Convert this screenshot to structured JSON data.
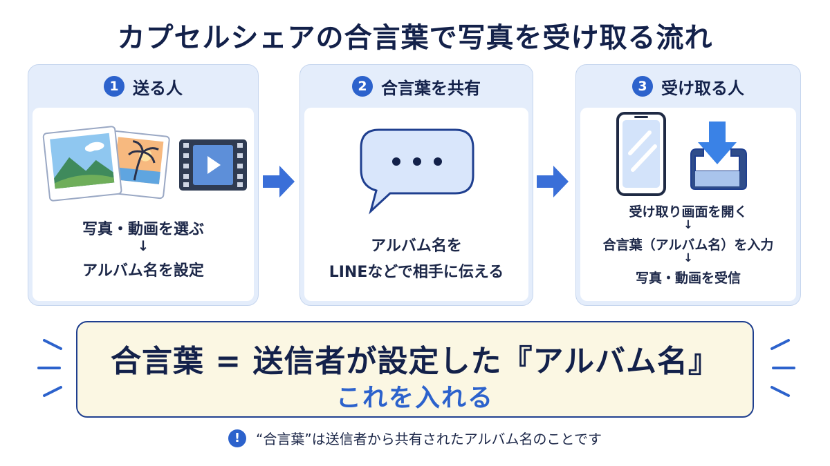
{
  "title": "カプセルシェアの合言葉で写真を受け取る流れ",
  "steps": [
    {
      "number": "1",
      "label": "送る人",
      "lines": [
        "写真・動画を選ぶ",
        "↓",
        "アルバム名を設定"
      ]
    },
    {
      "number": "2",
      "label": "合言葉を共有",
      "lines": [
        "アルバム名を",
        "LINEなどで相手に伝える"
      ]
    },
    {
      "number": "3",
      "label": "受け取る人",
      "lines": [
        "受け取り画面を開く",
        "↓",
        "合言葉（アルバム名）を入力",
        "↓",
        "写真・動画を受信"
      ]
    }
  ],
  "banner": {
    "main": "合言葉 = 送信者が設定した『アルバム名』",
    "sub": "これを入れる"
  },
  "note": {
    "icon": "!",
    "text": "“合言葉”は送信者から共有されたアルバム名のことです"
  },
  "colors": {
    "accent": "#2c62cc",
    "navy": "#13214a",
    "card_bg": "#e4edfb",
    "banner_bg": "#fbf7e3"
  },
  "icons": [
    "photos-icon",
    "video-icon",
    "chat-bubble-icon",
    "smartphone-icon",
    "download-tray-icon",
    "right-arrow-icon",
    "exclamation-icon"
  ]
}
